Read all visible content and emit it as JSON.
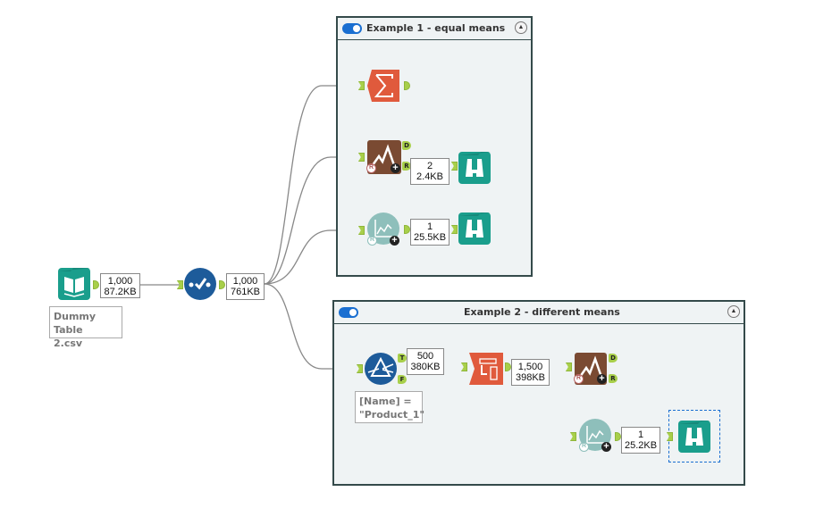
{
  "containers": [
    {
      "title": "Example 1 - equal means",
      "enabled": true,
      "collapse_icon": "chevron-up-icon"
    },
    {
      "title": "Example 2 - different means",
      "enabled": true,
      "collapse_icon": "chevron-up-icon"
    }
  ],
  "tools": {
    "input": {
      "icon": "book-icon",
      "color": "#1a9e8c",
      "annotation": "Dummy Table 2.csv",
      "annotation_line1": "Dummy Table",
      "annotation_line2": "2.csv"
    },
    "select": {
      "icon": "check-wave-icon",
      "color": "#1d5b9a"
    },
    "summarize": {
      "icon": "sigma-icon",
      "color": "#e05a3c"
    },
    "distribution1": {
      "icon": "distribution-r-icon",
      "color": "#7a4a32",
      "anchors": [
        "D",
        "R"
      ]
    },
    "browse1": {
      "icon": "binoculars-icon",
      "color": "#1a9e8c"
    },
    "plot1": {
      "icon": "line-plot-r-icon",
      "color": "#8ebfbb"
    },
    "browse2": {
      "icon": "binoculars-icon",
      "color": "#1a9e8c"
    },
    "filter": {
      "icon": "prism-filter-icon",
      "color": "#1d5b9a",
      "anchors": [
        "T",
        "F"
      ],
      "annotation_line1": "[Name] =",
      "annotation_line2": "\"Product_1\""
    },
    "union": {
      "icon": "union-icon",
      "color": "#e05a3c"
    },
    "distribution2": {
      "icon": "distribution-r-icon",
      "color": "#7a4a32",
      "anchors": [
        "D",
        "R"
      ]
    },
    "plot2": {
      "icon": "line-plot-r-icon",
      "color": "#8ebfbb"
    },
    "browse3": {
      "icon": "binoculars-icon",
      "color": "#1a9e8c",
      "selected": true
    }
  },
  "counts": {
    "input_out": {
      "records": "1,000",
      "size": "87.2KB"
    },
    "select_out": {
      "records": "1,000",
      "size": "761KB"
    },
    "dist1_r": {
      "records": "2",
      "size": "2.4KB"
    },
    "plot1_out": {
      "records": "1",
      "size": "25.5KB"
    },
    "filter_t": {
      "records": "500",
      "size": "380KB"
    },
    "union_out": {
      "records": "1,500",
      "size": "398KB"
    },
    "plot2_out": {
      "records": "1",
      "size": "25.2KB"
    }
  },
  "r_badge": "R",
  "plus_glyph": "+"
}
